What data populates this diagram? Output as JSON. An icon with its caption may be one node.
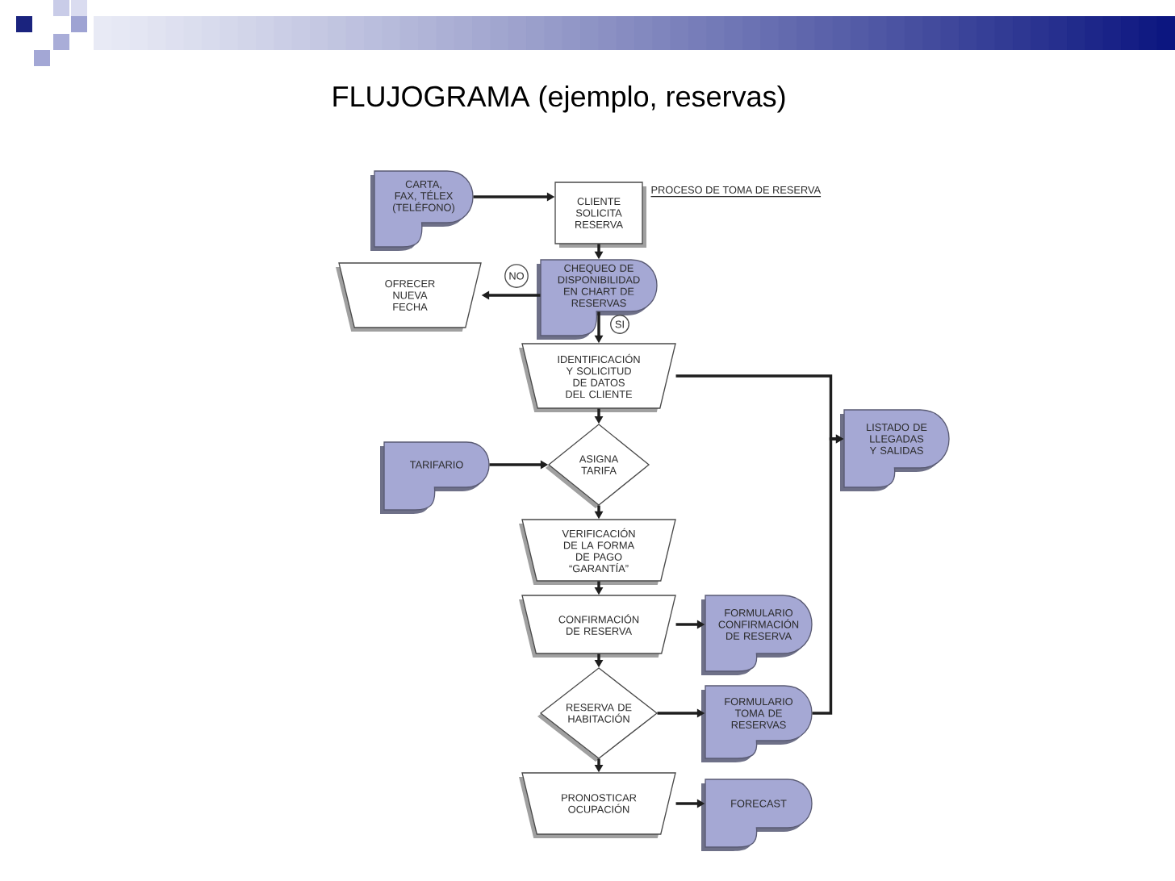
{
  "diagram": {
    "title": "FLUJOGRAMA (ejemplo, reservas)",
    "nodes": [
      {
        "text": [
          "CARTA, FAX, TÉLEX (TELÉFONO)"
        ]
      },
      {
        "text": [
          "CLIENTE SOLICITA RESERVA"
        ]
      },
      {
        "text": [
          "OFRECER NUEVA FECHA"
        ]
      },
      {
        "text": [
          "CHEQUEO DE DISPONIBILIDAD EN CHART DE RESERVAS"
        ]
      },
      {
        "text": [
          "IDENTIFICACIÓN Y SOLICITUD DE DATOS DEL CLIENTE"
        ]
      },
      {
        "text": [
          "TARIFARIO"
        ]
      },
      {
        "text": [
          "ASIGNA TARIFA"
        ]
      },
      {
        "text": [
          "LISTADO DE LLEGADAS Y SALIDAS"
        ]
      },
      {
        "text": [
          "VERIFICACIÓN DE LA FORMA DE PAGO “GARANTÍA”"
        ]
      },
      {
        "text": [
          "CONFIRMACIÓN DE RESERVA"
        ]
      },
      {
        "text": [
          "FORMULARIO CONFIRMACIÓN DE RESERVA"
        ]
      },
      {
        "text": [
          "RESERVA DE HABITACIÓN"
        ]
      },
      {
        "text": [
          "FORMULARIO TOMA DE RESERVAS"
        ]
      },
      {
        "text": [
          "PRONOSTICAR OCUPACIÓN"
        ]
      },
      {
        "text": [
          "FORECAST"
        ]
      }
    ],
    "edges": [
      {
        "from": 0,
        "to": 1,
        "arrow": "to"
      },
      {
        "from": 1,
        "to": 3,
        "arrow": "to"
      },
      {
        "from": 3,
        "to": 2,
        "label": "NO",
        "arrow": "to"
      },
      {
        "from": 3,
        "to": 4,
        "label": "SI",
        "arrow": "to"
      },
      {
        "from": 4,
        "to": 6,
        "arrow": "to"
      },
      {
        "from": 5,
        "to": 6,
        "arrow": "to"
      },
      {
        "from": 6,
        "to": 8,
        "arrow": "to"
      },
      {
        "from": 8,
        "to": 9,
        "arrow": "to"
      },
      {
        "from": 9,
        "to": 10,
        "arrow": "to"
      },
      {
        "from": 9,
        "to": 11,
        "arrow": "to"
      },
      {
        "from": 11,
        "to": 12,
        "arrow": "to"
      },
      {
        "from": 11,
        "to": 13,
        "arrow": "to"
      },
      {
        "from": 13,
        "to": 14,
        "arrow": "to"
      },
      {
        "from": 4,
        "to": 7,
        "arrow": "to"
      },
      {
        "from": 12,
        "to": 7,
        "arrow": "to"
      }
    ],
    "labels": [
      "PROCESO DE TOMA DE RESERVA"
    ]
  }
}
